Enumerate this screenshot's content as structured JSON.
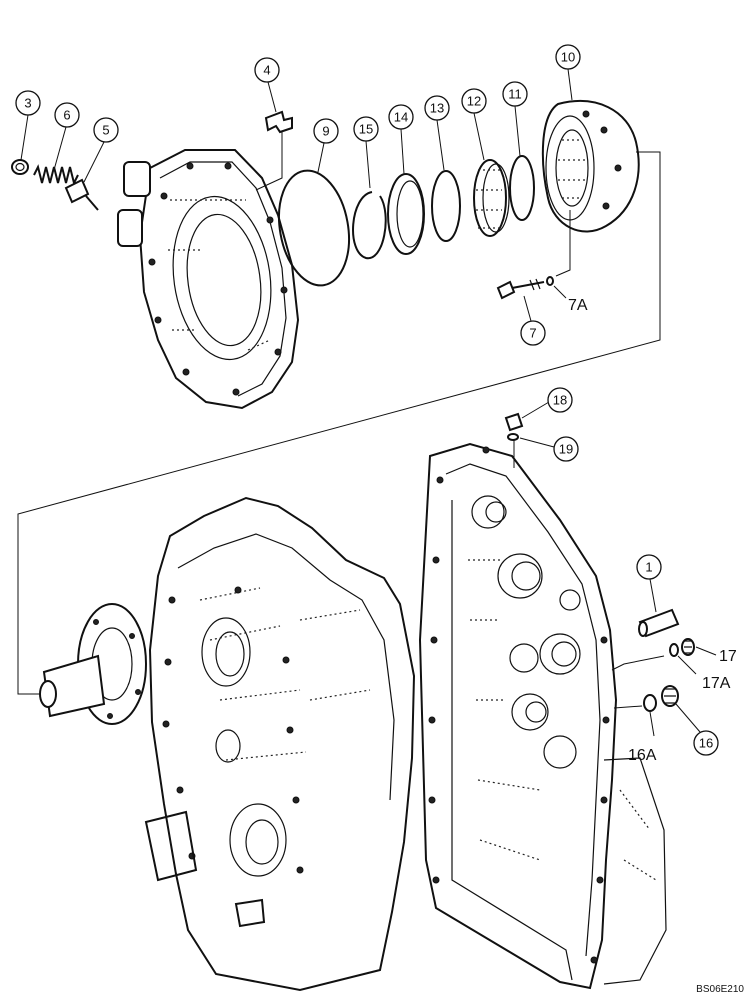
{
  "figure_ref": "BS06E210",
  "callouts": {
    "c1": "1",
    "c3": "3",
    "c4": "4",
    "c5": "5",
    "c6": "6",
    "c7": "7",
    "c7a": "7A",
    "c9": "9",
    "c10": "10",
    "c11": "11",
    "c12": "12",
    "c13": "13",
    "c14": "14",
    "c15": "15",
    "c16": "16",
    "c16a": "16A",
    "c17": "17",
    "c17a": "17A",
    "c18": "18",
    "c19": "19"
  }
}
